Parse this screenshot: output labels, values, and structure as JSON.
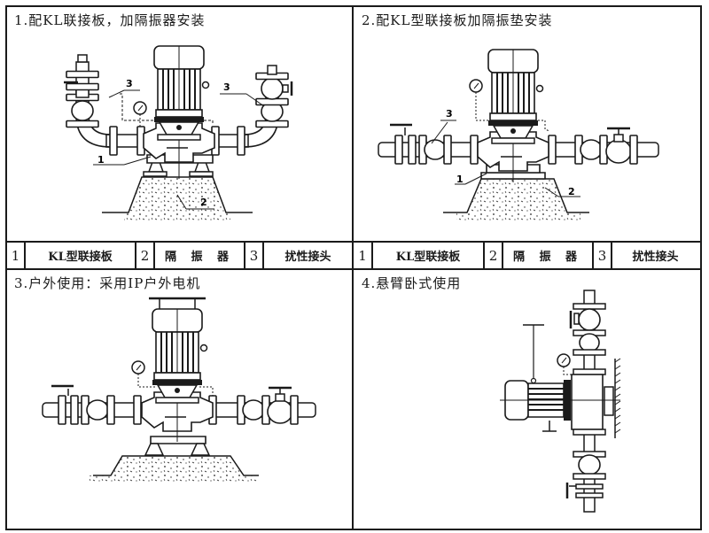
{
  "panels": [
    {
      "title": "1.配KL联接板，加隔振器安装",
      "callouts": [
        "1",
        "2",
        "3",
        "3"
      ]
    },
    {
      "title": "2.配KL型联接板加隔振垫安装",
      "callouts": [
        "1",
        "2",
        "3"
      ]
    },
    {
      "title": "3.户外使用：采用IP户外电机"
    },
    {
      "title": "4.悬臂卧式使用"
    }
  ],
  "legend_tables": [
    {
      "rows": [
        {
          "no": "1",
          "name": "KL型联接板"
        },
        {
          "no": "2",
          "name": "隔 振 器"
        },
        {
          "no": "3",
          "name": "扰性接头"
        }
      ]
    },
    {
      "rows": [
        {
          "no": "1",
          "name": "KL型联接板"
        },
        {
          "no": "2",
          "name": "隔 振 器"
        },
        {
          "no": "3",
          "name": "扰性接头"
        }
      ]
    }
  ],
  "colors": {
    "line": "#1a1a1a",
    "background": "#ffffff"
  }
}
